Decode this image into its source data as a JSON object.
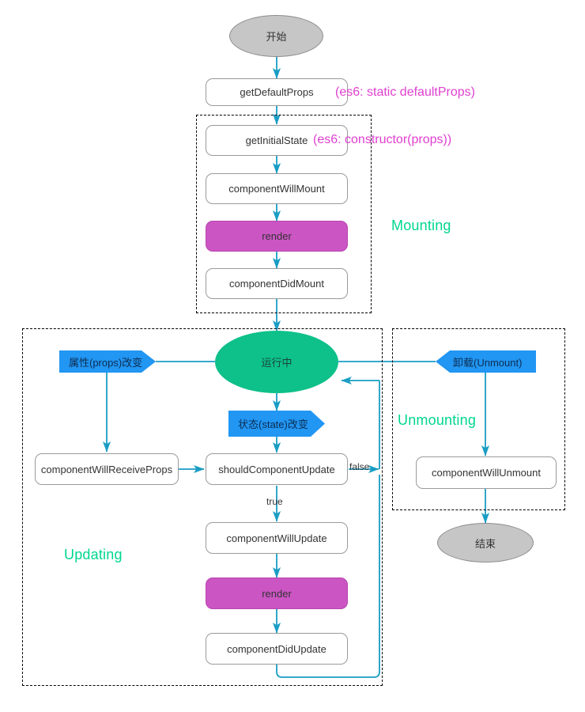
{
  "diagram": {
    "title": "React Component Lifecycle",
    "colors": {
      "flow_line": "#1a9dc4",
      "group_border": "#000000",
      "group_label": "#00d68f",
      "node_border": "#9a9a9a",
      "node_fill": "#ffffff",
      "render_fill": "#cc55c4",
      "terminator_fill": "#c6c6c6",
      "running_fill": "#0ec08a",
      "chevron_fill": "#2196f3",
      "annotation": "#e040d0"
    },
    "groups": [
      {
        "id": "mounting",
        "label": "Mounting"
      },
      {
        "id": "updating",
        "label": "Updating"
      },
      {
        "id": "unmounting",
        "label": "Unmounting"
      }
    ],
    "nodes": {
      "start": "开始",
      "get_default_props": "getDefaultProps",
      "get_initial_state": "getInitialState",
      "component_will_mount": "componentWillMount",
      "render_mount": "render",
      "component_did_mount": "componentDidMount",
      "running": "运行中",
      "props_change": "属性(props)改变",
      "state_change": "状态(state)改变",
      "unmount_trigger": "卸载(Unmount)",
      "component_will_receive_props": "componentWillReceiveProps",
      "should_component_update": "shouldComponentUpdate",
      "component_will_update": "componentWillUpdate",
      "render_update": "render",
      "component_did_update": "componentDidUpdate",
      "component_will_unmount": "componentWillUnmount",
      "end": "结束"
    },
    "annotations": {
      "default_props_es6": "(es6: static defaultProps)",
      "initial_state_es6": "(es6: constructor(props))"
    },
    "edge_labels": {
      "false": "false",
      "true": "true"
    }
  }
}
